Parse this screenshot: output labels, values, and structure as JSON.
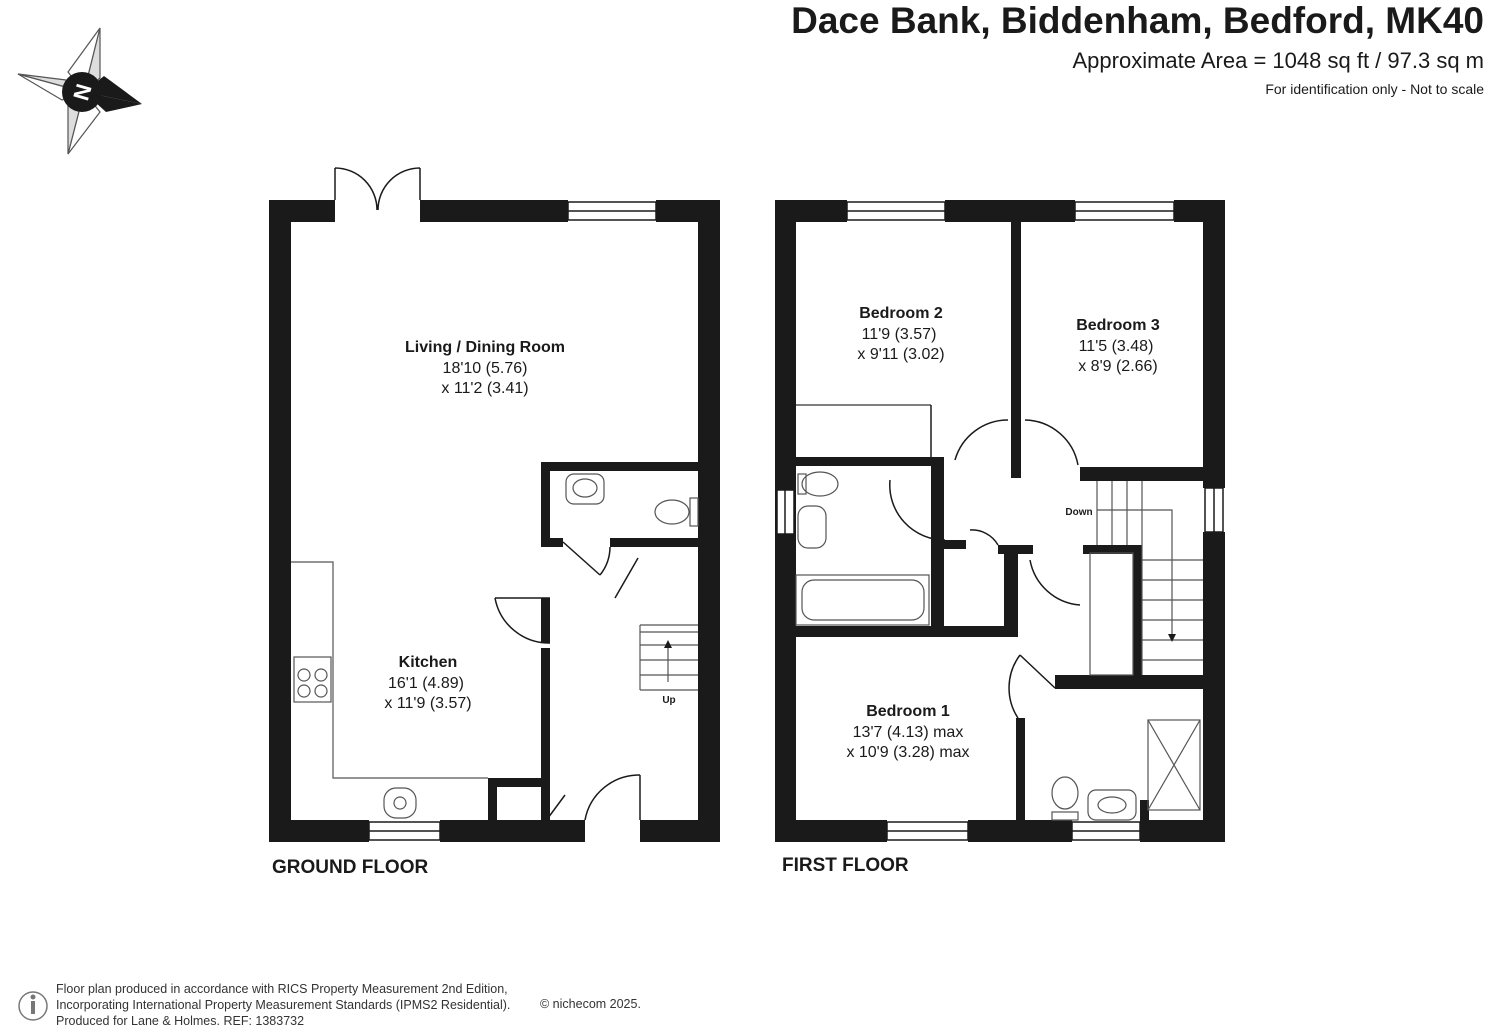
{
  "header": {
    "title": "Dace Bank, Biddenham, Bedford, MK40",
    "area": "Approximate Area = 1048 sq ft / 97.3 sq m",
    "note": "For identification only - Not to scale"
  },
  "compass": {
    "letter": "N",
    "icon": "north-arrow-icon"
  },
  "ground_floor": {
    "label": "GROUND FLOOR",
    "rooms": [
      {
        "name": "Living / Dining Room",
        "dim1": "18'10 (5.76)",
        "dim2": "x 11'2 (3.41)"
      },
      {
        "name": "Kitchen",
        "dim1": "16'1 (4.89)",
        "dim2": "x 11'9 (3.57)"
      }
    ],
    "stairs_label": "Up"
  },
  "first_floor": {
    "label": "FIRST FLOOR",
    "rooms": [
      {
        "name": "Bedroom 2",
        "dim1": "11'9 (3.57)",
        "dim2": "x 9'11 (3.02)"
      },
      {
        "name": "Bedroom 3",
        "dim1": "11'5 (3.48)",
        "dim2": "x 8'9 (2.66)"
      },
      {
        "name": "Bedroom 1",
        "dim1": "13'7 (4.13) max",
        "dim2": "x 10'9 (3.28) max"
      }
    ],
    "stairs_label": "Down"
  },
  "footer": {
    "line1": "Floor plan produced in accordance with RICS Property Measurement 2nd Edition,",
    "line2": "Incorporating International Property Measurement Standards (IPMS2 Residential).",
    "line3": "Produced for Lane & Holmes.   REF:  1383732",
    "copyright": "© nichecom 2025."
  },
  "colors": {
    "wall": "#1a1a1a",
    "fixture": "#555555"
  }
}
